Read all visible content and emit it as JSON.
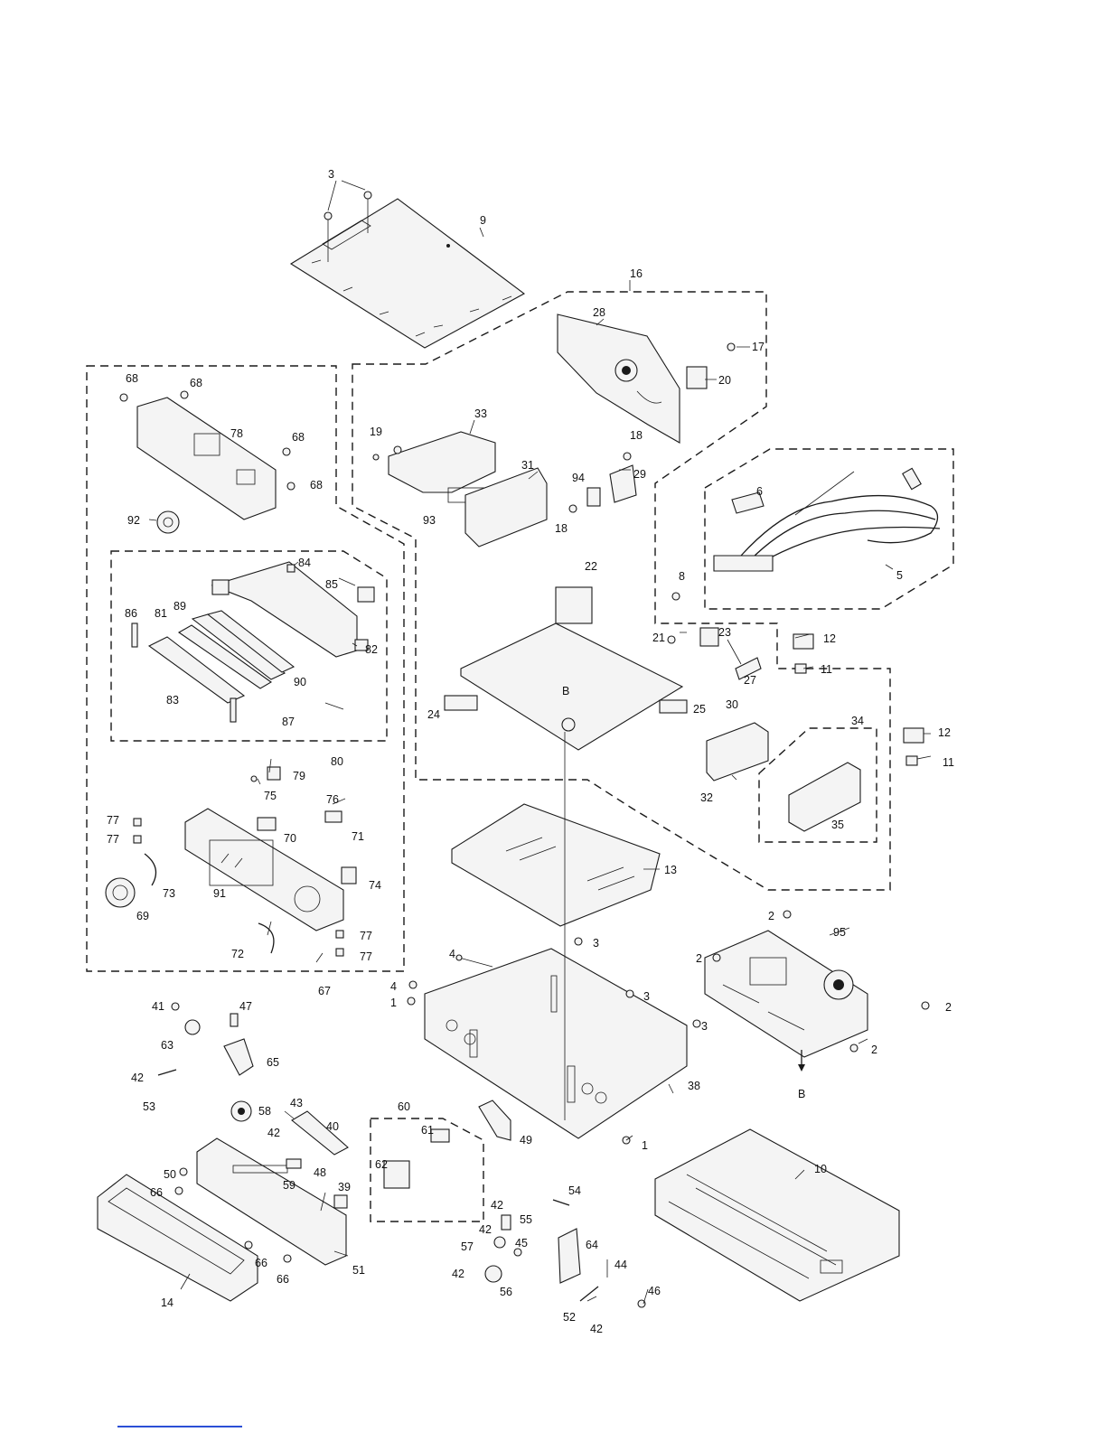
{
  "labels": [
    {
      "id": "p3a",
      "text": "3"
    },
    {
      "id": "p9",
      "text": "9"
    },
    {
      "id": "p16",
      "text": "16"
    },
    {
      "id": "p28",
      "text": "28"
    },
    {
      "id": "p17",
      "text": "17"
    },
    {
      "id": "p20",
      "text": "20"
    },
    {
      "id": "p68a",
      "text": "68"
    },
    {
      "id": "p68b",
      "text": "68"
    },
    {
      "id": "p78",
      "text": "78"
    },
    {
      "id": "p68c",
      "text": "68"
    },
    {
      "id": "p68d",
      "text": "68"
    },
    {
      "id": "p19",
      "text": "19"
    },
    {
      "id": "p33",
      "text": "33"
    },
    {
      "id": "p31",
      "text": "31"
    },
    {
      "id": "p18a",
      "text": "18"
    },
    {
      "id": "p29",
      "text": "29"
    },
    {
      "id": "p94",
      "text": "94"
    },
    {
      "id": "p18b",
      "text": "18"
    },
    {
      "id": "p93",
      "text": "93"
    },
    {
      "id": "p6",
      "text": "6"
    },
    {
      "id": "p5",
      "text": "5"
    },
    {
      "id": "p92",
      "text": "92"
    },
    {
      "id": "p84",
      "text": "84"
    },
    {
      "id": "p85",
      "text": "85"
    },
    {
      "id": "p22",
      "text": "22"
    },
    {
      "id": "p8",
      "text": "8"
    },
    {
      "id": "p86",
      "text": "86"
    },
    {
      "id": "p81",
      "text": "81"
    },
    {
      "id": "p89",
      "text": "89"
    },
    {
      "id": "p82",
      "text": "82"
    },
    {
      "id": "p21",
      "text": "21"
    },
    {
      "id": "p23",
      "text": "23"
    },
    {
      "id": "p12a",
      "text": "12"
    },
    {
      "id": "p11a",
      "text": "11"
    },
    {
      "id": "p27",
      "text": "27"
    },
    {
      "id": "p90",
      "text": "90"
    },
    {
      "id": "p83",
      "text": "83"
    },
    {
      "id": "p87",
      "text": "87"
    },
    {
      "id": "p24",
      "text": "24"
    },
    {
      "id": "pB1",
      "text": "B"
    },
    {
      "id": "p25",
      "text": "25"
    },
    {
      "id": "p30",
      "text": "30"
    },
    {
      "id": "p34",
      "text": "34"
    },
    {
      "id": "p12b",
      "text": "12"
    },
    {
      "id": "p11b",
      "text": "11"
    },
    {
      "id": "p80",
      "text": "80"
    },
    {
      "id": "p79",
      "text": "79"
    },
    {
      "id": "p75",
      "text": "75"
    },
    {
      "id": "p76",
      "text": "76"
    },
    {
      "id": "p32",
      "text": "32"
    },
    {
      "id": "p35",
      "text": "35"
    },
    {
      "id": "p77a",
      "text": "77"
    },
    {
      "id": "p70",
      "text": "70"
    },
    {
      "id": "p71",
      "text": "71"
    },
    {
      "id": "p77b",
      "text": "77"
    },
    {
      "id": "p73",
      "text": "73"
    },
    {
      "id": "p91",
      "text": "91"
    },
    {
      "id": "p74",
      "text": "74"
    },
    {
      "id": "p13",
      "text": "13"
    },
    {
      "id": "p69",
      "text": "69"
    },
    {
      "id": "p77c",
      "text": "77"
    },
    {
      "id": "p72",
      "text": "72"
    },
    {
      "id": "p77d",
      "text": "77"
    },
    {
      "id": "p67",
      "text": "67"
    },
    {
      "id": "p2a",
      "text": "2"
    },
    {
      "id": "p95",
      "text": "95"
    },
    {
      "id": "p4a",
      "text": "4"
    },
    {
      "id": "p3b",
      "text": "3"
    },
    {
      "id": "p2b",
      "text": "2"
    },
    {
      "id": "p4b",
      "text": "4"
    },
    {
      "id": "p1a",
      "text": "1"
    },
    {
      "id": "p3c",
      "text": "3"
    },
    {
      "id": "p2c",
      "text": "2"
    },
    {
      "id": "p41",
      "text": "41"
    },
    {
      "id": "p47",
      "text": "47"
    },
    {
      "id": "p3d",
      "text": "3"
    },
    {
      "id": "p63",
      "text": "63"
    },
    {
      "id": "p2d",
      "text": "2"
    },
    {
      "id": "p65",
      "text": "65"
    },
    {
      "id": "p38",
      "text": "38"
    },
    {
      "id": "pB2",
      "text": "B"
    },
    {
      "id": "p42a",
      "text": "42"
    },
    {
      "id": "p53",
      "text": "53"
    },
    {
      "id": "p43",
      "text": "43"
    },
    {
      "id": "p58",
      "text": "58"
    },
    {
      "id": "p60",
      "text": "60"
    },
    {
      "id": "p42b",
      "text": "42"
    },
    {
      "id": "p40",
      "text": "40"
    },
    {
      "id": "p61",
      "text": "61"
    },
    {
      "id": "p49",
      "text": "49"
    },
    {
      "id": "p1b",
      "text": "1"
    },
    {
      "id": "p62",
      "text": "62"
    },
    {
      "id": "p48",
      "text": "48"
    },
    {
      "id": "p50",
      "text": "50"
    },
    {
      "id": "p59",
      "text": "59"
    },
    {
      "id": "p10",
      "text": "10"
    },
    {
      "id": "p39",
      "text": "39"
    },
    {
      "id": "p66a",
      "text": "66"
    },
    {
      "id": "p54",
      "text": "54"
    },
    {
      "id": "p42c",
      "text": "42"
    },
    {
      "id": "p55",
      "text": "55"
    },
    {
      "id": "p42d",
      "text": "42"
    },
    {
      "id": "p57",
      "text": "57"
    },
    {
      "id": "p45",
      "text": "45"
    },
    {
      "id": "p64",
      "text": "64"
    },
    {
      "id": "p66b",
      "text": "66"
    },
    {
      "id": "p44",
      "text": "44"
    },
    {
      "id": "p51",
      "text": "51"
    },
    {
      "id": "p66c",
      "text": "66"
    },
    {
      "id": "p42e",
      "text": "42"
    },
    {
      "id": "p56",
      "text": "56"
    },
    {
      "id": "p46",
      "text": "46"
    },
    {
      "id": "p14",
      "text": "14"
    },
    {
      "id": "p52",
      "text": "52"
    },
    {
      "id": "p42f",
      "text": "42"
    }
  ]
}
